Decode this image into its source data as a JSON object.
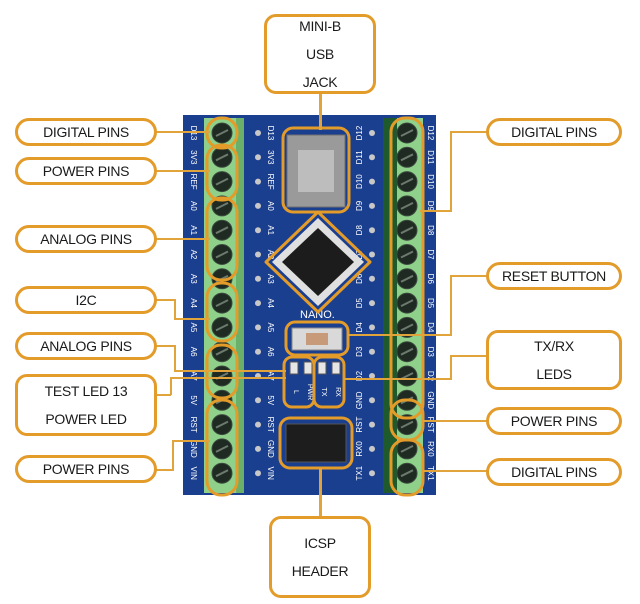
{
  "title": "Arduino Nano Terminal Adapter Board Pinout",
  "colors": {
    "accent": "#e39b2a",
    "pcb": "#1b3f8f",
    "terminal": "#8fd18a",
    "screw": "#1f2a22",
    "text": "#1a1a1a"
  },
  "callouts": {
    "top": {
      "lines": [
        "MINI-B",
        "USB",
        "JACK"
      ]
    },
    "bottom": {
      "lines": [
        "ICSP",
        "HEADER"
      ]
    },
    "left": [
      {
        "label": "DIGITAL PINS"
      },
      {
        "label": "POWER PINS"
      },
      {
        "label": "ANALOG PINS"
      },
      {
        "label": "I2C"
      },
      {
        "label": "ANALOG PINS"
      },
      {
        "lines": [
          "TEST LED 13",
          "POWER LED"
        ]
      },
      {
        "label": "POWER PINS"
      }
    ],
    "right": [
      {
        "label": "DIGITAL PINS"
      },
      {
        "label": "RESET BUTTON"
      },
      {
        "lines": [
          "TX/RX",
          "LEDS"
        ]
      },
      {
        "label": "POWER PINS"
      },
      {
        "label": "DIGITAL PINS"
      }
    ]
  },
  "board": {
    "name_label": "NANO.",
    "left_outer_labels": [
      "D13",
      "3V3",
      "REF",
      "A0",
      "A1",
      "A2",
      "A3",
      "A4",
      "A5",
      "A6",
      "A7",
      "5V",
      "RST",
      "GND",
      "VIN"
    ],
    "left_inner_labels": [
      "D13",
      "3V3",
      "REF",
      "A0",
      "A1",
      "A2",
      "A3",
      "A4",
      "A5",
      "A6",
      "A7",
      "5V",
      "RST",
      "GND",
      "VIN"
    ],
    "right_inner_labels": [
      "D12",
      "D11",
      "D10",
      "D9",
      "D8",
      "D7",
      "D6",
      "D5",
      "D4",
      "D3",
      "D2",
      "GND",
      "RST",
      "RX0",
      "TX1"
    ],
    "right_outer_labels": [
      "D12",
      "D11",
      "D10",
      "D9",
      "D8",
      "D7",
      "D6",
      "D5",
      "D4",
      "D3",
      "D2",
      "GND",
      "RST",
      "RX0",
      "TX1"
    ],
    "led_labels": [
      "L",
      "PWR",
      "TX",
      "RX"
    ]
  }
}
